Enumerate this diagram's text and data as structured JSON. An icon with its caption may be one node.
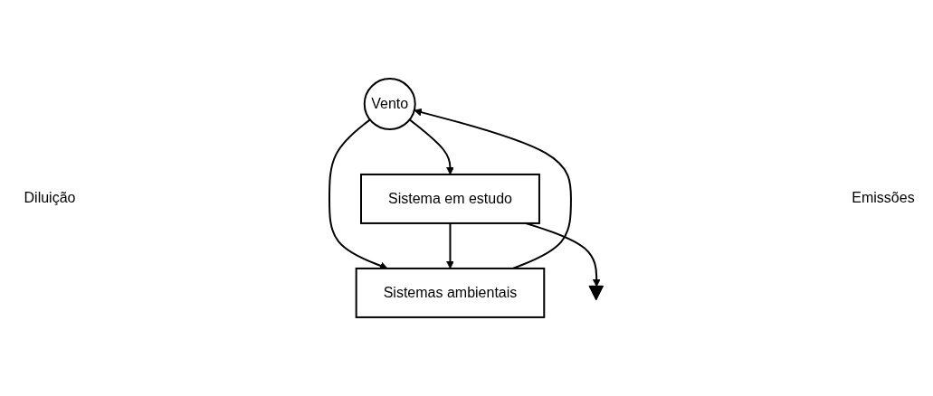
{
  "diagram": {
    "nodes": [
      {
        "text": [
          "Vento"
        ]
      },
      {
        "text": [
          "Sistemas ambientais"
        ]
      },
      {
        "text": [
          "Sistema em estudo"
        ]
      },
      {
        "text": [],
        "shape": "ground"
      }
    ],
    "edges": [
      {
        "from": 1,
        "to": 0,
        "arrow": "to"
      },
      {
        "from": 0,
        "to": 1,
        "arrow": "to"
      },
      {
        "from": 0,
        "to": 2,
        "arrow": "to"
      },
      {
        "from": 2,
        "to": 1,
        "arrow": "to"
      },
      {
        "from": 2,
        "to": 3,
        "arrow": "to"
      }
    ],
    "labels": [
      "Diluição",
      "Emissões"
    ]
  }
}
